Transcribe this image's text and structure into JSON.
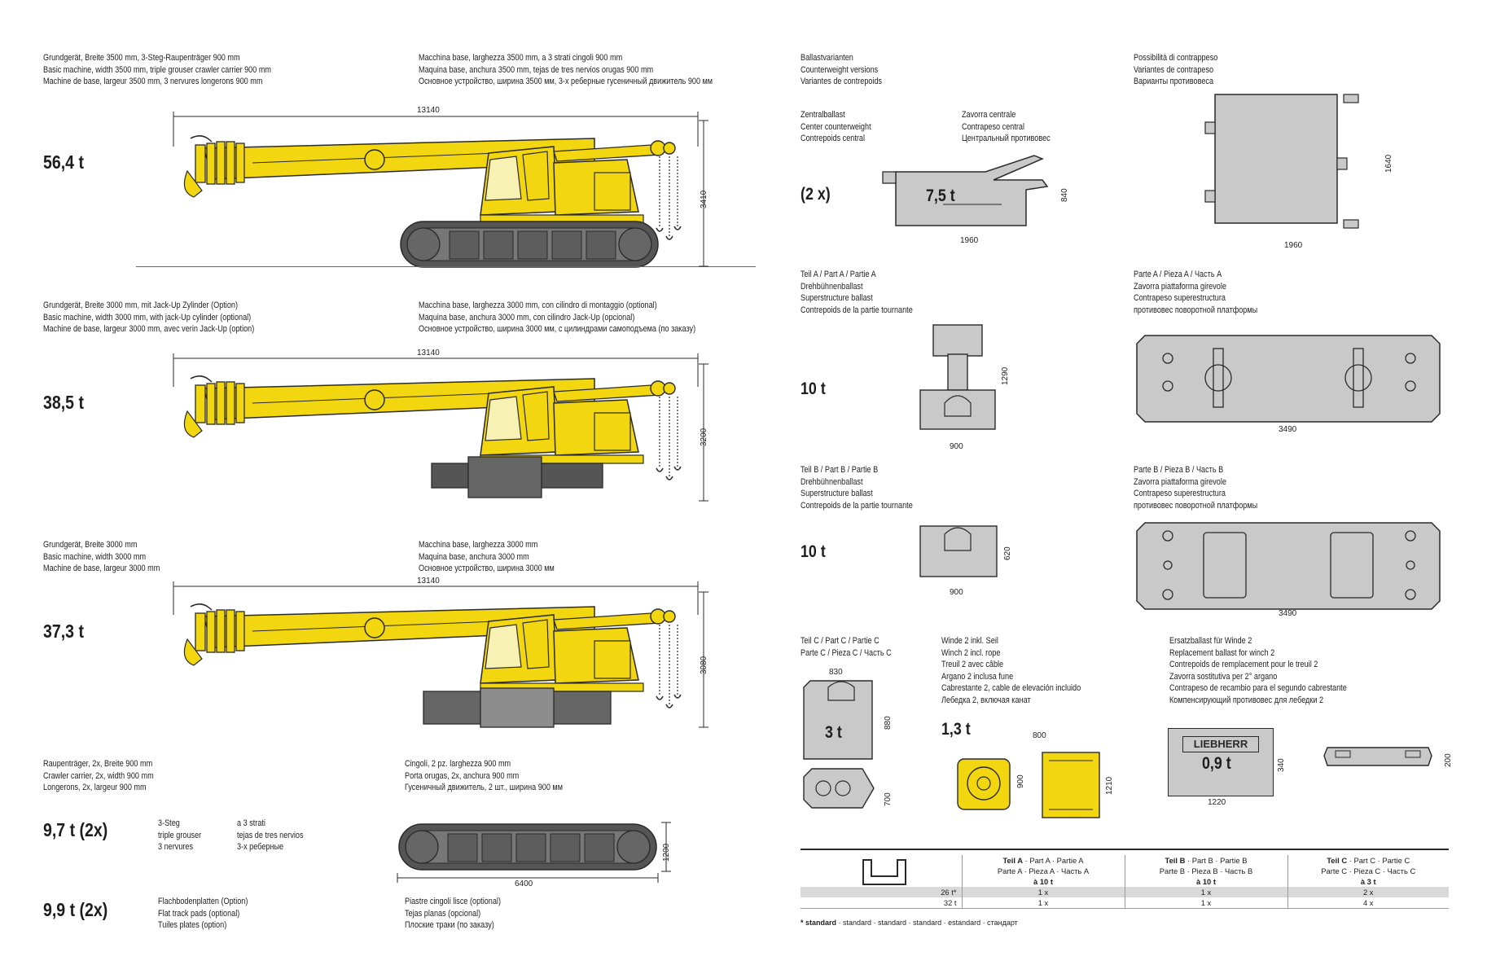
{
  "left": {
    "sections": [
      {
        "weight": "56,4 t",
        "caption_de_en_fr": [
          "Grundgerät, Breite 3500 mm, 3-Steg-Raupenträger 900 mm",
          "Basic machine, width 3500 mm, triple grouser crawler carrier 900 mm",
          "Machine de base, largeur 3500 mm, 3 nervures longerons 900 mm"
        ],
        "caption_it_es_ru": [
          "Macchina base, larghezza 3500 mm, a 3 strati cingoli 900 mm",
          "Maquina base, anchura 3500 mm, tejas de tres nervios orugas 900 mm",
          "Основное устройство, ширина 3500 мм, 3-х реберные гусеничный движитель 900 мм"
        ],
        "length_dim": "13140",
        "height_dim": "3410"
      },
      {
        "weight": "38,5 t",
        "caption_de_en_fr": [
          "Grundgerät, Breite 3000 mm, mit Jack-Up Zylinder (Option)",
          "Basic machine, width 3000 mm, with jack-Up cylinder (optional)",
          "Machine de base, largeur 3000 mm, avec verin Jack-Up (option)"
        ],
        "caption_it_es_ru": [
          "Macchina base, larghezza 3000 mm, con cilindro di montaggio (optional)",
          "Maquina base, anchura 3000 mm, con cilindro Jack-Up (opcional)",
          "Основное устройство, ширина 3000 мм, с цилиндрами самоподъема (по заказу)"
        ],
        "length_dim": "13140",
        "height_dim": "3200"
      },
      {
        "weight": "37,3 t",
        "caption_de_en_fr": [
          "Grundgerät, Breite 3000 mm",
          "Basic machine, width 3000 mm",
          "Machine de base, largeur 3000 mm"
        ],
        "caption_it_es_ru": [
          "Macchina base, larghezza 3000 mm",
          "Maquina base, anchura 3000 mm",
          "Основное устройство, ширина 3000 мм"
        ],
        "length_dim": "13140",
        "height_dim": "3080"
      }
    ],
    "crawler": {
      "caption_de_en_fr": [
        "Raupenträger, 2x, Breite 900 mm",
        "Crawler carrier, 2x, width 900 mm",
        "Longerons, 2x, largeur 900 mm"
      ],
      "caption_it_es_ru": [
        "Cingoli, 2 pz. larghezza 900 mm",
        "Porta orugas, 2x, anchura 900 mm",
        "Гусеничный движитель, 2 шт., ширина 900 мм"
      ],
      "weight_triple": "9,7 t (2x)",
      "triple_a": [
        "3-Steg",
        "triple grouser",
        "3 nervures"
      ],
      "triple_b": [
        "a 3 strati",
        "tejas de tres nervios",
        "3-х реберные"
      ],
      "weight_flat": "9,9 t (2x)",
      "flat_a": [
        "Flachbodenplatten (Option)",
        "Flat track pads (optional)",
        "Tuiles plates (option)"
      ],
      "flat_b": [
        "Piastre cingoli lisce (optional)",
        "Tejas planas (opcional)",
        "Плоские траки (по заказу)"
      ],
      "length_dim": "6400",
      "height_dim": "1200"
    }
  },
  "right": {
    "header_left": [
      "Ballastvarianten",
      "Counterweight versions",
      "Variantes de contrepoids"
    ],
    "header_right": [
      "Possibilità di contrappeso",
      "Variantes de contrapeso",
      "Варианты противовеса"
    ],
    "central": {
      "label_a": [
        "Zentralballast",
        "Center counterweight",
        "Contrepoids central"
      ],
      "label_b": [
        "Zavorra centrale",
        "Contrapeso central",
        "Центральный противовес"
      ],
      "count": "(2 x)",
      "weight": "7,5 t",
      "width_dim": "1960",
      "height_dim": "840",
      "width_dim2": "1960",
      "height_dim2": "1640"
    },
    "part_a": {
      "label_a": [
        "Teil A / Part A / Partie A",
        "Drehbühnenballast",
        "Superstructure ballast",
        "Contrepoids de la partie tournante"
      ],
      "label_b": [
        "Parte A / Pieza A / Часть А",
        "Zavorra piattaforma girevole",
        "Contrapeso superestructura",
        "противовес поворотной платформы"
      ],
      "weight": "10 t",
      "width_dim": "900",
      "height_dim": "1290",
      "length_dim": "3490"
    },
    "part_b": {
      "label_a": [
        "Teil B / Part B / Partie B",
        "Drehbühnenballast",
        "Superstructure ballast",
        "Contrepoids de la partie tournante"
      ],
      "label_b": [
        "Parte B / Pieza B / Часть B",
        "Zavorra piattaforma girevole",
        "Contrapeso superestructura",
        "противовес поворотной платформы"
      ],
      "weight": "10 t",
      "width_dim": "900",
      "height_dim": "620",
      "length_dim": "3490"
    },
    "part_c": {
      "label": [
        "Teil C / Part C / Partie C",
        "Parte C / Pieza C / Часть C"
      ],
      "weight": "3 t",
      "width_dim": "830",
      "height_dim": "880",
      "height_dim2": "700"
    },
    "winch": {
      "label": [
        "Winde 2 inkl. Seil",
        "Winch 2 incl. rope",
        "Treuil 2 avec câble",
        "Argano 2 inclusa fune",
        "Cabrestante 2, cable de elevación incluido",
        "Лебедка 2, включая канат"
      ],
      "weight": "1,3 t",
      "dim_a": "900",
      "dim_b": "800",
      "dim_c": "1210"
    },
    "spare": {
      "label": [
        "Ersatzballast für Winde 2",
        "Replacement ballast for winch 2",
        "Contrepoids de remplacement pour le treuil 2",
        "Zavorra sostitutiva per 2° argano",
        "Contrapeso de recambio para el segundo cabrestante",
        "Компенсирующий противовес для лебедки 2"
      ],
      "brand": "LIEBHERR",
      "weight": "0,9 t",
      "width_dim": "1220",
      "height_dim": "340",
      "height_dim2": "200"
    },
    "table": {
      "col_a": [
        "Teil A",
        "· Part A · Partie A",
        "Parte A · Pieza A · Часть А",
        "à 10 t"
      ],
      "col_b": [
        "Teil B",
        "· Part B · Partie B",
        "Parte B · Pieza B · Часть B",
        "à 10 t"
      ],
      "col_c": [
        "Teil C",
        "· Part C · Partie C",
        "Parte C · Pieza C · Часть C",
        "à 3 t"
      ],
      "rows": [
        {
          "label": "26 t*",
          "a": "1 x",
          "b": "1 x",
          "c": "2 x"
        },
        {
          "label": "32 t",
          "a": "1 x",
          "b": "1 x",
          "c": "4 x"
        }
      ],
      "footnote_bold": "* standard",
      "footnote_rest": " · standard · standard · standard · estandard · стандарт"
    }
  },
  "colors": {
    "crane_yellow": "#f2d60f",
    "outline": "#2a2a2a",
    "ballast_grey": "#c9c9c9",
    "track_grey": "#555555",
    "table_band": "#d9d9d9"
  }
}
